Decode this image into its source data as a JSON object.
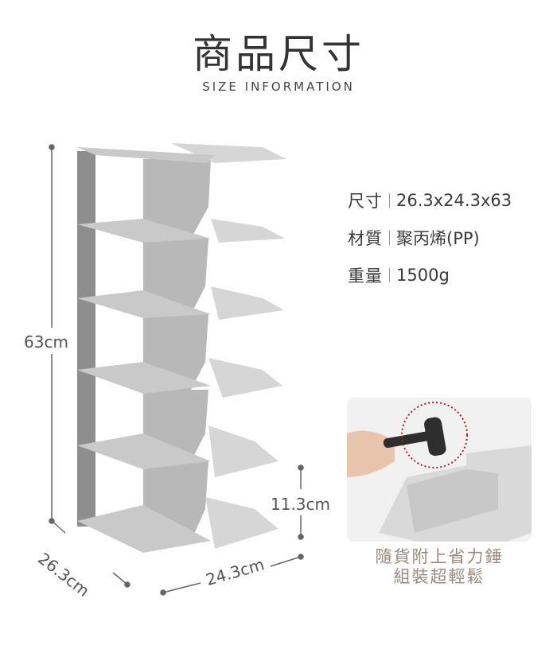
{
  "header": {
    "title": "商品尺寸",
    "subtitle": "SIZE INFORMATION"
  },
  "specs": [
    {
      "label": "尺寸",
      "value": "26.3x24.3x63"
    },
    {
      "label": "材質",
      "value": "聚丙烯(PP)"
    },
    {
      "label": "重量",
      "value": "1500g"
    }
  ],
  "dimensions": {
    "height": "63cm",
    "depth": "26.3cm",
    "width": "24.3cm",
    "shelf_gap": "11.3cm"
  },
  "callout": {
    "line1": "隨貨附上省力錘",
    "line2": "組裝超輕鬆"
  },
  "colors": {
    "caption": "#9a8a7e",
    "shelf": "#c9c9c9",
    "panel": "#8e8e8e",
    "dot_circle": "#c0161d"
  }
}
